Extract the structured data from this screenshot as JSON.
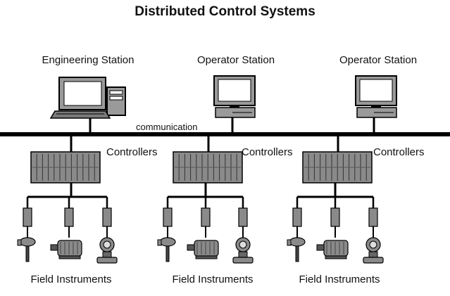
{
  "title": "Distributed Control Systems",
  "stations": [
    {
      "label": "Engineering Station"
    },
    {
      "label": "Operator Station"
    },
    {
      "label": "Operator Station"
    }
  ],
  "network": {
    "label": "communication"
  },
  "controllers": [
    {
      "label": "Controllers"
    },
    {
      "label": "Controllers"
    },
    {
      "label": "Controllers"
    }
  ],
  "field_groups": [
    {
      "label": "Field Instruments"
    },
    {
      "label": "Field Instruments"
    },
    {
      "label": "Field Instruments"
    }
  ],
  "colors": {
    "line": "#000000",
    "equipment": "#8a8a8a",
    "screen": "#ffffff"
  }
}
